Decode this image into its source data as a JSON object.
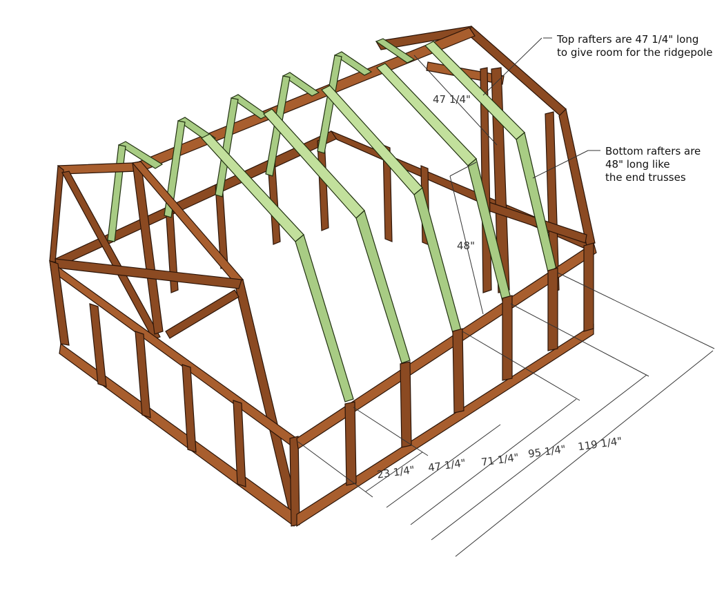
{
  "diagram": {
    "subject": "Gambrel greenhouse frame (3D wireframe)",
    "colors": {
      "wood": "#8b4a22",
      "wood_light": "#a85e2e",
      "rafter_green": "#a8cc84",
      "rafter_green_light": "#c2e09c",
      "dimension_line": "#333333",
      "background": "#ffffff"
    },
    "callouts": {
      "top_rafters": {
        "line1": "Top rafters are 47 1/4\" long",
        "line2": "to give room for the ridgepole"
      },
      "bottom_rafters": {
        "line1": "Bottom rafters are",
        "line2": "48\" long like",
        "line3": "the end trusses"
      }
    },
    "dimensions": {
      "top_rafter_length": "47 1/4\"",
      "bottom_rafter_length": "48\"",
      "spacing": [
        "23 1/4\"",
        "47 1/4\"",
        "71 1/4\"",
        "95 1/4\"",
        "119 1/4\""
      ]
    }
  }
}
